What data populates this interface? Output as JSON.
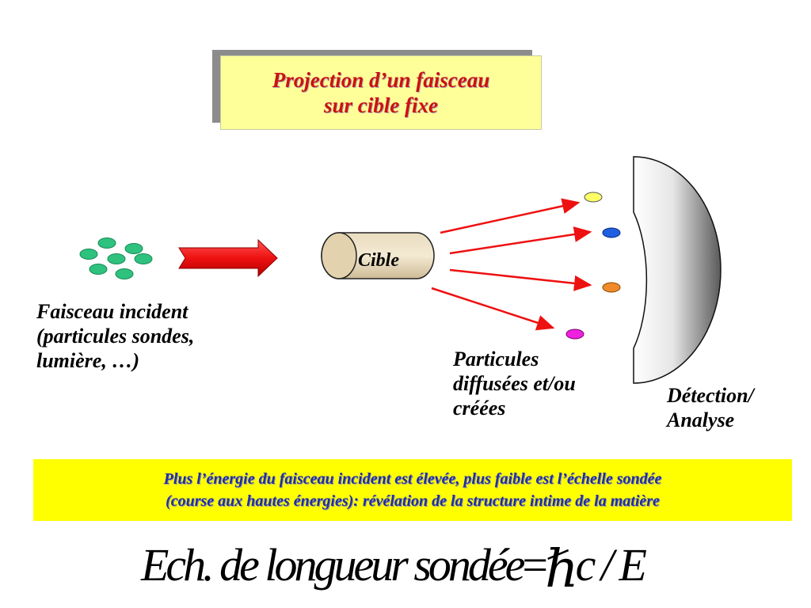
{
  "title": {
    "line1": "Projection d’un faisceau",
    "line2": "sur cible fixe"
  },
  "beam": {
    "line1": "Faisceau incident",
    "line2": "(particules sondes,",
    "line3": "lumière, …)"
  },
  "target": {
    "label": "Cible"
  },
  "scattered": {
    "line1": "Particules",
    "line2": "diffusées et/ou",
    "line3": "créées"
  },
  "detector": {
    "line1": "Détection/",
    "line2": "Analyse"
  },
  "note": {
    "line1": "Plus l’énergie du faisceau incident est élevée, plus faible est l’échelle sondée",
    "line2": "(course aux hautes énergies): révélation de la structure intime de la matière"
  },
  "formula": {
    "lhs": "Ech. de longueur sondée",
    "equals": "=",
    "hbar": "ℏ",
    "rhs": "c / E"
  },
  "colors": {
    "title_text": "#cc1111",
    "title_bg": "#ffff99",
    "note_text": "#1f2ea0",
    "note_bg": "#ffff00",
    "beam_particle": "#2ec27e",
    "arrow": "#ee1111",
    "particle_yellow": "#ffff66",
    "particle_blue": "#1f5fe0",
    "particle_orange": "#f08a2a",
    "particle_magenta": "#ee22dd"
  }
}
